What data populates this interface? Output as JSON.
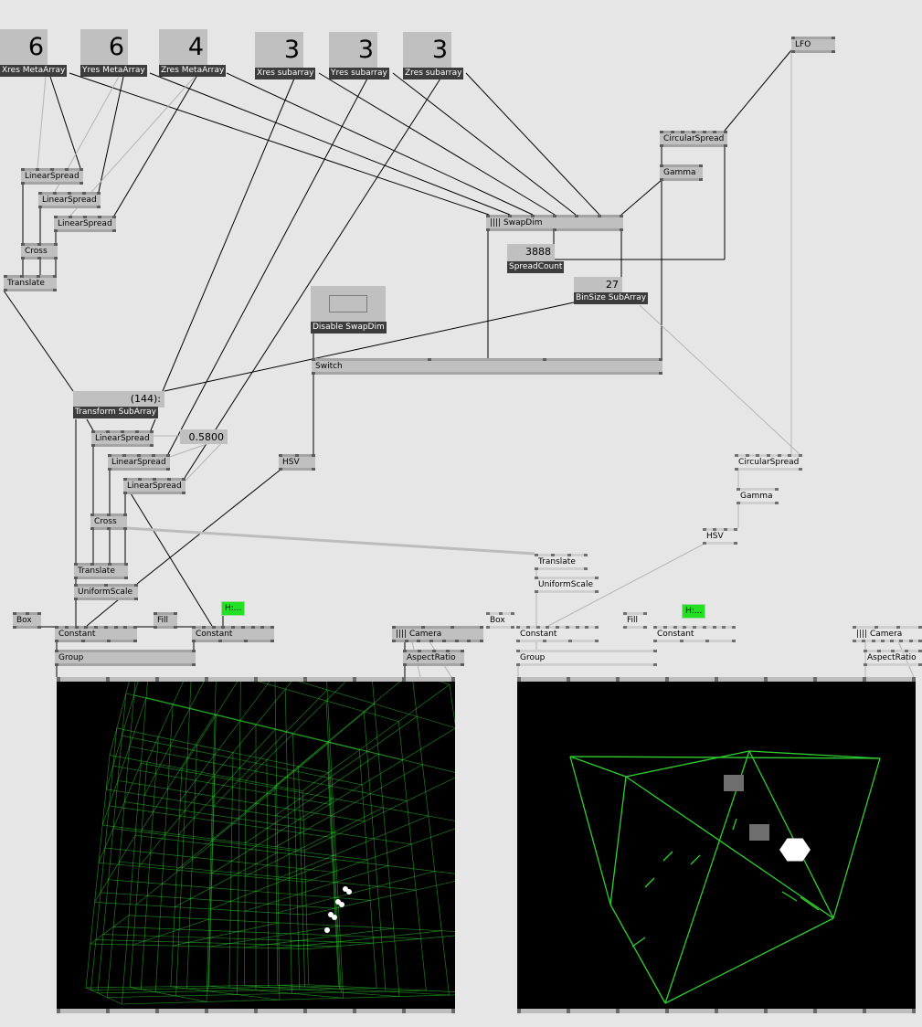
{
  "ioboxes": [
    {
      "value": "6",
      "label": "Xres MetaArray"
    },
    {
      "value": "6",
      "label": "Yres MetaArray"
    },
    {
      "value": "4",
      "label": "Zres MetaArray"
    },
    {
      "value": "3",
      "label": "Xres subarray"
    },
    {
      "value": "3",
      "label": "Yres subarray"
    },
    {
      "value": "3",
      "label": "Zres subarray"
    },
    {
      "value": "3888",
      "label": "SpreadCount"
    },
    {
      "value": "27",
      "label": "BinSize SubArray"
    },
    {
      "value": "(144):",
      "label": "Transform SubArray"
    },
    {
      "value": "0.5800",
      "label": ""
    }
  ],
  "toggle": {
    "label": "Disable SwapDim"
  },
  "nodes": [
    "LFO",
    "LinearSpread",
    "LinearSpread",
    "LinearSpread",
    "Cross",
    "Translate",
    "CircularSpread",
    "Gamma",
    "|||| SwapDim",
    "Switch",
    "LinearSpread",
    "LinearSpread",
    "LinearSpread",
    "HSV",
    "Cross",
    "Translate",
    "UniformScale",
    "Box",
    "Constant",
    "Fill",
    "Constant",
    "Group",
    "|||| Camera",
    "AspectRatio",
    "CircularSpread",
    "Gamma",
    "HSV",
    "Translate",
    "UniformScale",
    "Box",
    "Constant",
    "Fill",
    "Constant",
    "Group",
    "|||| Camera",
    "AspectRatio"
  ],
  "color_tags": [
    "H:...",
    "H:..."
  ],
  "colors": {
    "wire": "#000000",
    "wire_inactive": "#b4b4b4",
    "wireframe": "#2fd02f",
    "canvas": "#e6e6e6"
  }
}
